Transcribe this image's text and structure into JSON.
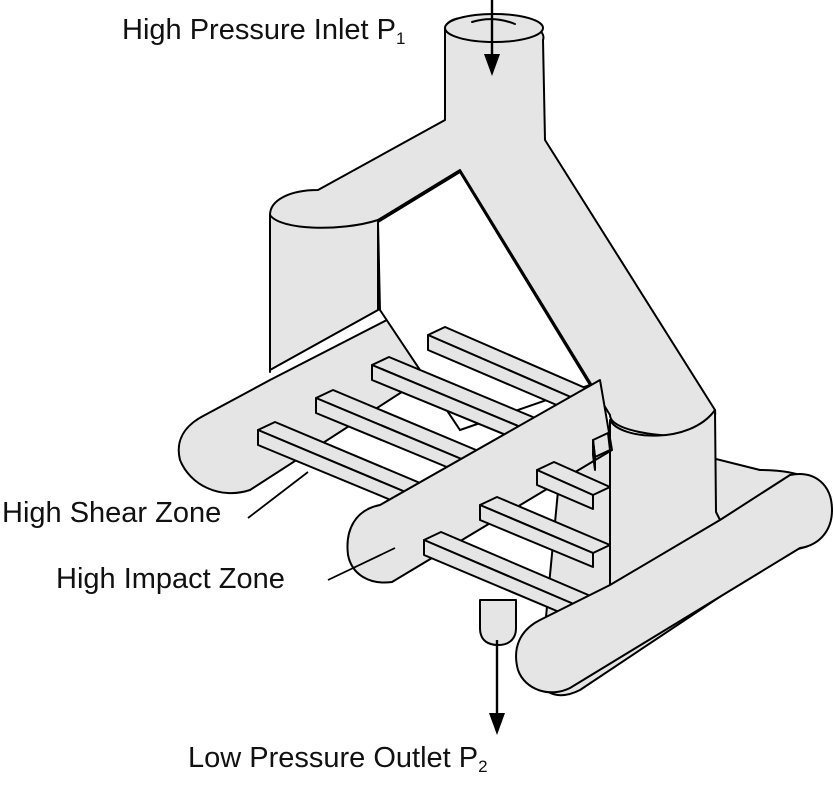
{
  "labels": {
    "inlet": {
      "text": "High Pressure Inlet P",
      "sub": "1"
    },
    "outlet": {
      "text": "Low Pressure Outlet P",
      "sub": "2"
    },
    "shear": {
      "text": "High Shear Zone"
    },
    "impact": {
      "text": "High Impact Zone"
    }
  },
  "colors": {
    "body_fill": "#e5e5e5",
    "stroke": "#000000",
    "text": "#111111"
  }
}
